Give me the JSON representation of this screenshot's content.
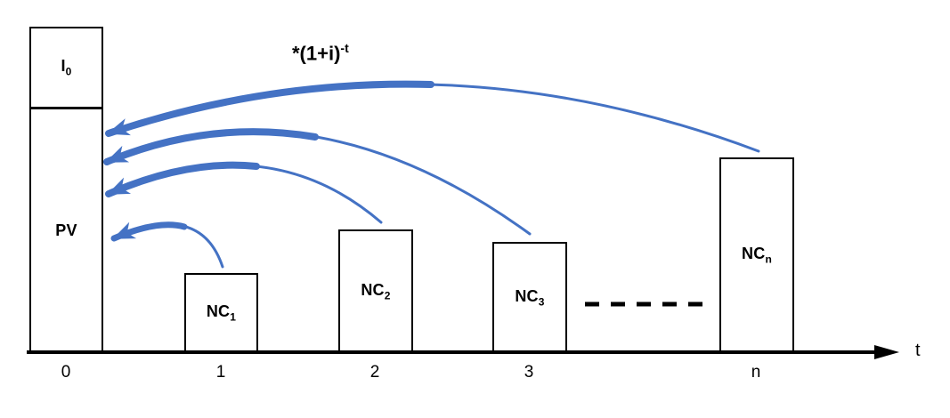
{
  "diagram": {
    "formula": {
      "base": "*(1+i)",
      "exponent": "-t"
    },
    "axis": {
      "label": "t",
      "ticks": [
        "0",
        "1",
        "2",
        "3",
        "n"
      ]
    },
    "investment_box": {
      "top_base": "I",
      "top_sub": "0",
      "bottom_label": "PV"
    },
    "cashflow_boxes": [
      {
        "base": "NC",
        "sub": "1"
      },
      {
        "base": "NC",
        "sub": "2"
      },
      {
        "base": "NC",
        "sub": "3"
      },
      {
        "base": "NC",
        "sub": "n"
      }
    ],
    "colors": {
      "arrow": "#4472C4",
      "axis": "#000000"
    }
  }
}
